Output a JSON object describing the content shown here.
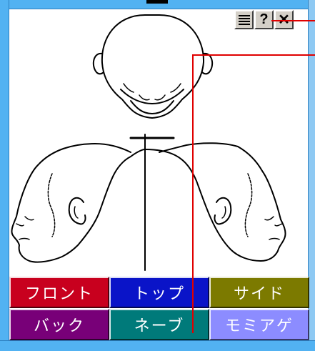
{
  "toolbar": {
    "menu_icon": "menu-lines-icon",
    "help_label": "?",
    "close_label": "✕"
  },
  "mode_buttons": [
    {
      "label": "フロント",
      "color": "#c8001e"
    },
    {
      "label": "トップ",
      "color": "#0a14c8"
    },
    {
      "label": "サイド",
      "color": "#7c7a00"
    },
    {
      "label": "バック",
      "color": "#780078"
    },
    {
      "label": "ネーブ",
      "color": "#007a7a"
    },
    {
      "label": "モミアゲ",
      "color": "#8c8cff"
    }
  ],
  "colors": {
    "frame": "#52b2f2",
    "leader_line": "#e00000"
  }
}
